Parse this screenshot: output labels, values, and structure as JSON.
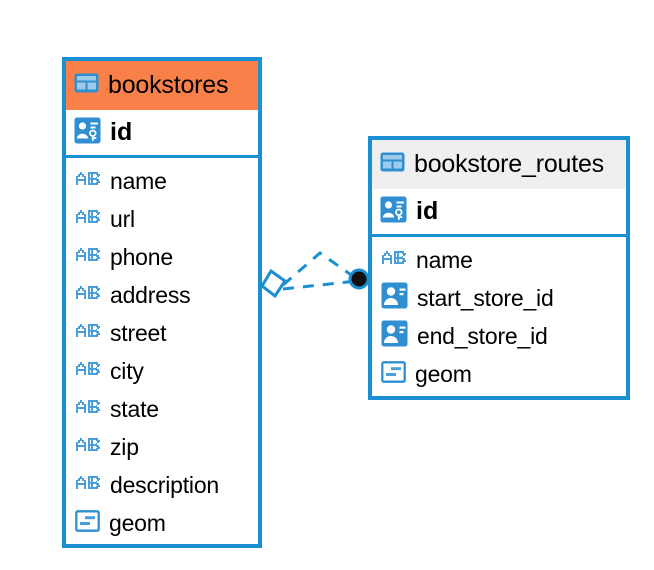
{
  "diagram": {
    "type": "entity-relationship-diagram",
    "background": "#ffffff",
    "colors": {
      "border": "#1a8fd1",
      "icon_blue": "#2f8fd0",
      "abc_blue": "#4a9fd8",
      "header_highlight": "#f98149",
      "header_default": "#efefef",
      "text": "#000000",
      "endpoint_fill": "#101010"
    }
  },
  "entities": [
    {
      "id": "bookstores",
      "title": "bookstores",
      "title_icon": "table-icon",
      "header_state": "highlighted",
      "primary_key": {
        "label": "id",
        "icon": "primary-key-icon"
      },
      "attributes": [
        {
          "label": "name",
          "icon": "abc-text-icon"
        },
        {
          "label": "url",
          "icon": "abc-text-icon"
        },
        {
          "label": "phone",
          "icon": "abc-text-icon"
        },
        {
          "label": "address",
          "icon": "abc-text-icon"
        },
        {
          "label": "street",
          "icon": "abc-text-icon"
        },
        {
          "label": "city",
          "icon": "abc-text-icon"
        },
        {
          "label": "state",
          "icon": "abc-text-icon"
        },
        {
          "label": "zip",
          "icon": "abc-text-icon"
        },
        {
          "label": "description",
          "icon": "abc-text-icon"
        },
        {
          "label": "geom",
          "icon": "geometry-icon"
        }
      ]
    },
    {
      "id": "bookstore_routes",
      "title": "bookstore_routes",
      "title_icon": "table-icon",
      "header_state": "default",
      "primary_key": {
        "label": "id",
        "icon": "primary-key-icon"
      },
      "attributes": [
        {
          "label": "name",
          "icon": "abc-text-icon"
        },
        {
          "label": "start_store_id",
          "icon": "foreign-key-icon"
        },
        {
          "label": "end_store_id",
          "icon": "foreign-key-icon"
        },
        {
          "label": "geom",
          "icon": "geometry-icon"
        }
      ]
    }
  ],
  "relationship": {
    "style": "dashed",
    "color": "#1a8fd1",
    "source_entity": "bookstores",
    "target_entity": "bookstore_routes",
    "source_marker": "diamond-open",
    "target_marker": "circle-filled"
  }
}
